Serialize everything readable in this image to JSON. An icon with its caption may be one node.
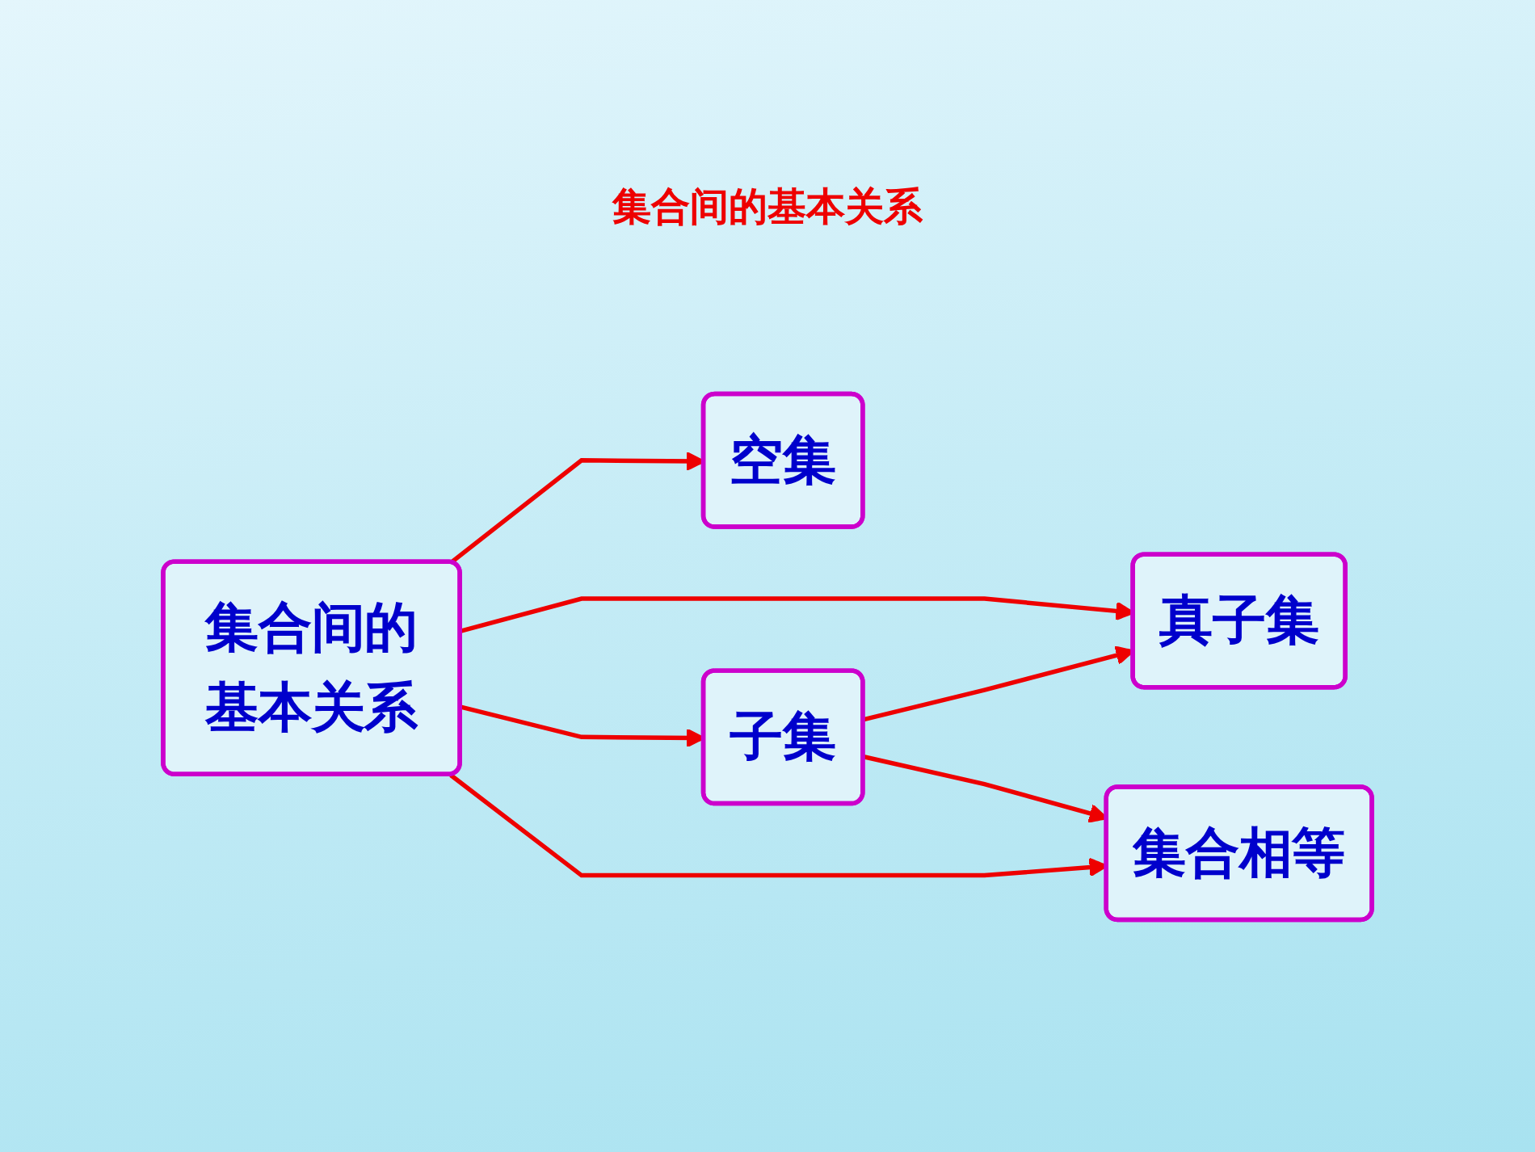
{
  "diagram": {
    "title": "集合间的基本关系",
    "nodes": [
      {
        "text": [
          "集合间的基本关系"
        ]
      },
      {
        "text": [
          "真子集"
        ]
      },
      {
        "text": [
          "空集"
        ]
      },
      {
        "text": [
          "子集"
        ]
      },
      {
        "text": [
          "集合相等"
        ]
      }
    ],
    "edges": [
      {
        "from": 0,
        "to": 1,
        "arrow": "to"
      },
      {
        "from": 0,
        "to": 2,
        "arrow": "to"
      },
      {
        "from": 0,
        "to": 3,
        "arrow": "to"
      },
      {
        "from": 3,
        "to": 1,
        "arrow": "to"
      },
      {
        "from": 3,
        "to": 4,
        "arrow": "to"
      },
      {
        "from": 0,
        "to": 4,
        "arrow": "to"
      }
    ]
  }
}
